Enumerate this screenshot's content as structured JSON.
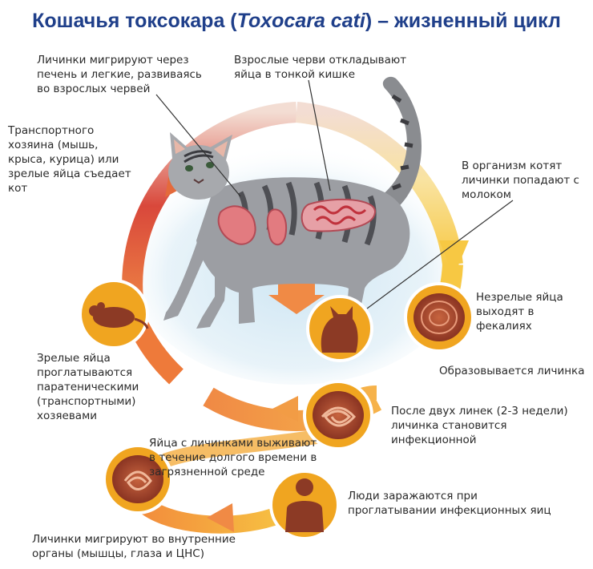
{
  "title": {
    "prefix": "Кошачья токсокара (",
    "latin": "Toxocara cati",
    "suffix": ") – жизненный цикл"
  },
  "labels": {
    "larvae_migrate_cat": "Личинки мигрируют через\nпечень и легкие, развиваясь\nво взрослых червей",
    "adults_lay_eggs": "Взрослые черви откладывают\nяйца в тонкой кишке",
    "kittens_milk": "В организм котят\nличинки попадают с\nмолоком",
    "transport_host": "Транспортного\nхозяина (мышь,\nкрыса, курица) или\nзрелые яйца съедает\nкот",
    "immature_eggs": "Незрелые яйца\nвыходят в фекалиях",
    "larva_forms": "Образовывается личинка",
    "paratenic": "Зрелые яйца\nпроглатываются\nпаратеническими\n(транспортными)\nхозяевами",
    "after_molts": "После двух линек (2-3 недели)\nличинка становится\nинфекционной",
    "eggs_survive": "Яйца с личинками выживают\nв течение долгого времени в\nзагрязненной среде",
    "humans_infected": "Люди заражаются при\nпроглатывании инфекционных яиц",
    "larvae_organs": "Личинки мигрируют во внутренние\nорганы (мышцы, глаза и ЦНС)"
  },
  "icons": [
    "cat-icon",
    "mouse-icon",
    "egg-icon",
    "human-icon"
  ],
  "colors": {
    "title": "#1f3f8a",
    "ring_top": "#f3ddd3",
    "ring_orange": "#ee7a3a",
    "ring_red": "#d9483b",
    "ring_yellow": "#f7c843",
    "node_fill": "#f0a520",
    "node_border": "#ffffff"
  }
}
